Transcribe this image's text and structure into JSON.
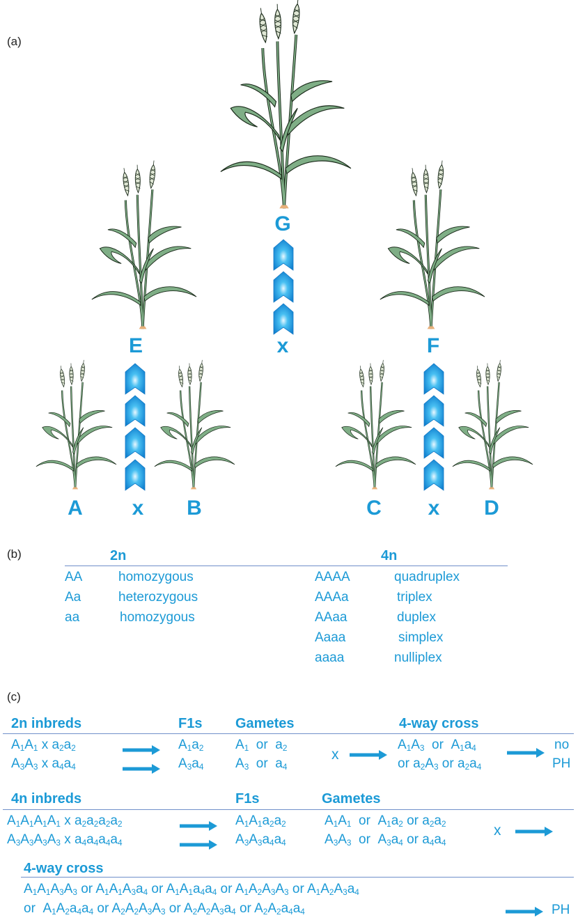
{
  "panels": {
    "a": "(a)",
    "b": "(b)",
    "c": "(c)"
  },
  "colors": {
    "accent": "#1c9ad6",
    "rule": "#6f8fc9",
    "plant_leaf": "#7fae86",
    "plant_outline": "#1a2a1a",
    "root": "#e8b07a"
  },
  "icons": [
    "wheat-plant-icon",
    "chevron-arrow-icon",
    "right-arrow-icon"
  ],
  "pedigree": {
    "labels": {
      "A": "A",
      "B": "B",
      "C": "C",
      "D": "D",
      "E": "E",
      "F": "F",
      "G": "G"
    },
    "cross": "x"
  },
  "ploidy": {
    "headers": {
      "diploid": "2n",
      "tetraploid": "4n"
    },
    "diploid_rows": [
      {
        "genotype": "AA",
        "term": "homozygous"
      },
      {
        "genotype": "Aa",
        "term": "heterozygous"
      },
      {
        "genotype": "aa",
        "term": "homozygous"
      }
    ],
    "tetraploid_rows": [
      {
        "genotype": "AAAA",
        "term": "quadruplex"
      },
      {
        "genotype": "AAAa",
        "term": "triplex"
      },
      {
        "genotype": "AAaa",
        "term": "duplex"
      },
      {
        "genotype": "Aaaa",
        "term": "simplex"
      },
      {
        "genotype": "aaaa",
        "term": "nulliplex"
      }
    ]
  },
  "scheme": {
    "diploid": {
      "headers": {
        "inbreds": "2n inbreds",
        "f1s": "F1s",
        "gametes": "Gametes",
        "four_way": "4-way cross"
      },
      "cross": "x",
      "result": [
        "no",
        "PH"
      ]
    },
    "tetraploid": {
      "headers": {
        "inbreds": "4n inbreds",
        "f1s": "F1s",
        "gametes": "Gametes",
        "four_way": "4-way cross"
      },
      "cross": "x",
      "result": "PH"
    }
  }
}
